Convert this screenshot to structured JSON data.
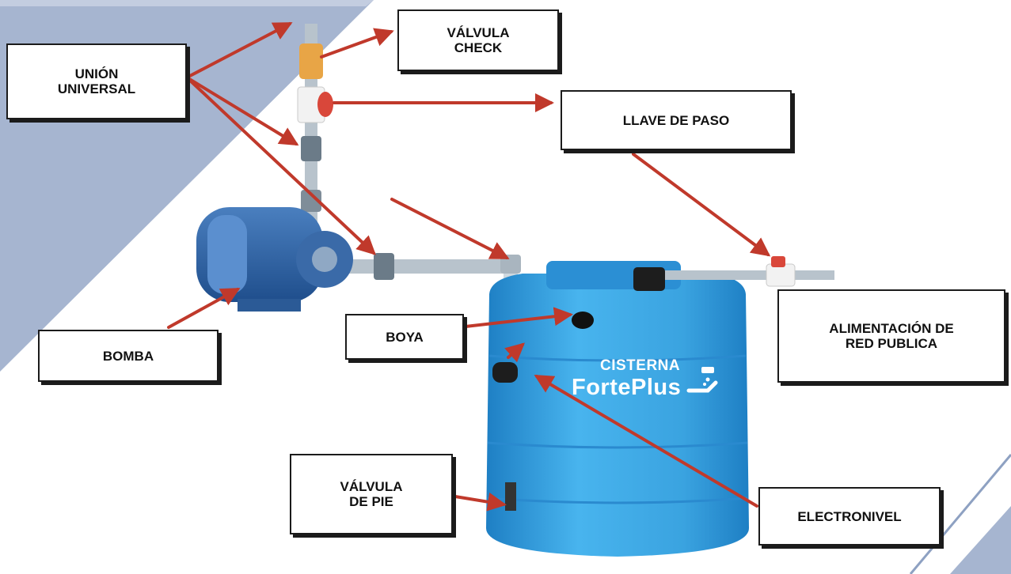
{
  "labels": {
    "union_universal": "UNIÓN\nUNIVERSAL",
    "valvula_check": "VÁLVULA\nCHECK",
    "llave_de_paso": "LLAVE DE PASO",
    "bomba": "BOMBA",
    "boya": "BOYA",
    "alimentacion_red": "ALIMENTACIÓN DE\nRED PUBLICA",
    "valvula_de_pie": "VÁLVULA\nDE PIE",
    "electronivel": "ELECTRONIVEL"
  },
  "brand": {
    "line1": "CISTERNA",
    "line2": "FortePlus",
    "icon": "water-tap-icon"
  },
  "colors": {
    "arrow": "#c0392b",
    "tank": "#3aa3e0",
    "tank_dark": "#1e7fc4",
    "panel": "#9fb0cc",
    "label_border": "#1b1b1b"
  }
}
